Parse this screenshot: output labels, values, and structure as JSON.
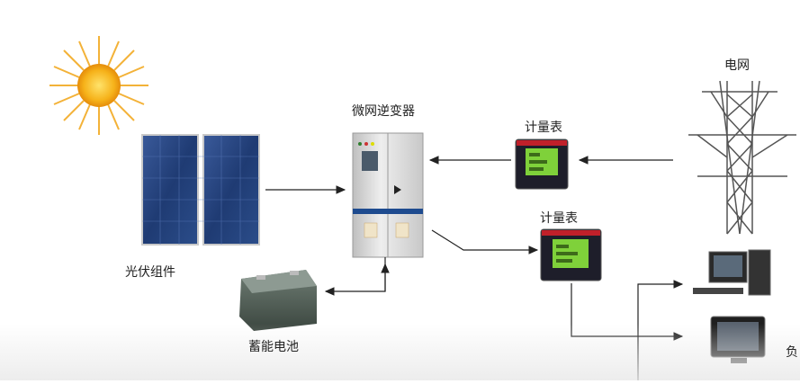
{
  "diagram": {
    "nodes": {
      "grid": {
        "label": "电网",
        "icon": "power-tower-icon"
      },
      "pv": {
        "label": "光伏组件",
        "icon": "solar-panel-icon"
      },
      "battery": {
        "label": "蓄能电池",
        "icon": "battery-icon"
      },
      "inverter": {
        "label": "微网逆变器",
        "icon": "inverter-cabinet-icon"
      },
      "meter_top": {
        "label": "计量表",
        "icon": "power-meter-icon"
      },
      "meter_mid": {
        "label": "计量表",
        "icon": "power-meter-icon"
      },
      "load_partial": {
        "label": "负",
        "icon": "computer-icon"
      }
    },
    "decor": {
      "sun": "sun-icon",
      "monitor": "monitor-icon"
    },
    "colors": {
      "line": "#333333",
      "sun": "#f6b21a",
      "panel": "#1f3b73",
      "cabinet": "#dcdcdc",
      "meter_screen": "#7fd13a"
    }
  }
}
